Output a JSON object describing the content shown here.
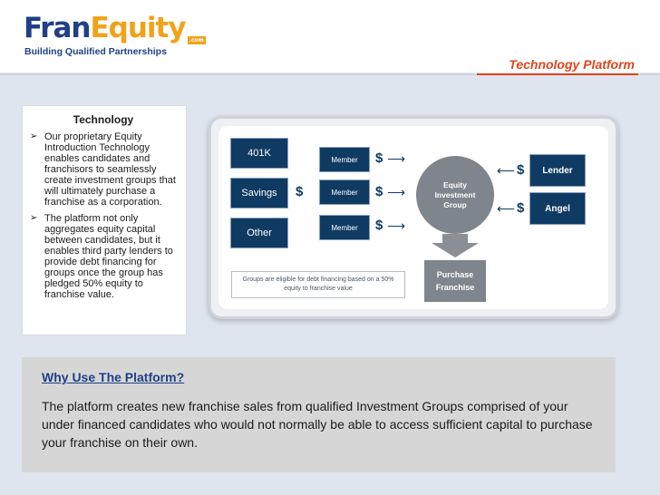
{
  "header": {
    "logo_fran": "Fran",
    "logo_equity": "Equity",
    "logo_tm": ".com",
    "tagline": "Building Qualified Partnerships",
    "page_title": "Technology Platform"
  },
  "left_panel": {
    "heading": "Technology",
    "bullets": [
      "Our proprietary Equity Introduction Technology enables candidates and franchisors to seamlessly create investment groups that will ultimately purchase a franchise as a corporation.",
      "The platform not only aggregates equity capital between candidates, but it enables third party lenders to provide debt financing for groups once the group has pledged 50% equity to franchise value."
    ]
  },
  "diagram": {
    "sources": [
      "401K",
      "Savings",
      "Other"
    ],
    "members": [
      "Member",
      "Member",
      "Member"
    ],
    "dollar_symbol": "$",
    "arrow_right": "⟶",
    "arrow_left": "⟵",
    "hub": "Equity Investment Group",
    "investors": [
      "Lender",
      "Angel"
    ],
    "outcome": "Purchase Franchise",
    "note": "Groups are eligible for debt financing based on a 50% equity to franchise value",
    "colors": {
      "box": "#0f3b63",
      "hub": "#7f858c",
      "accent": "#e0451b"
    }
  },
  "why": {
    "heading": "Why Use The Platform?",
    "body": "The platform creates new franchise sales from qualified Investment Groups comprised of your under financed candidates who would not normally be able to access sufficient capital to purchase your franchise on their own."
  }
}
